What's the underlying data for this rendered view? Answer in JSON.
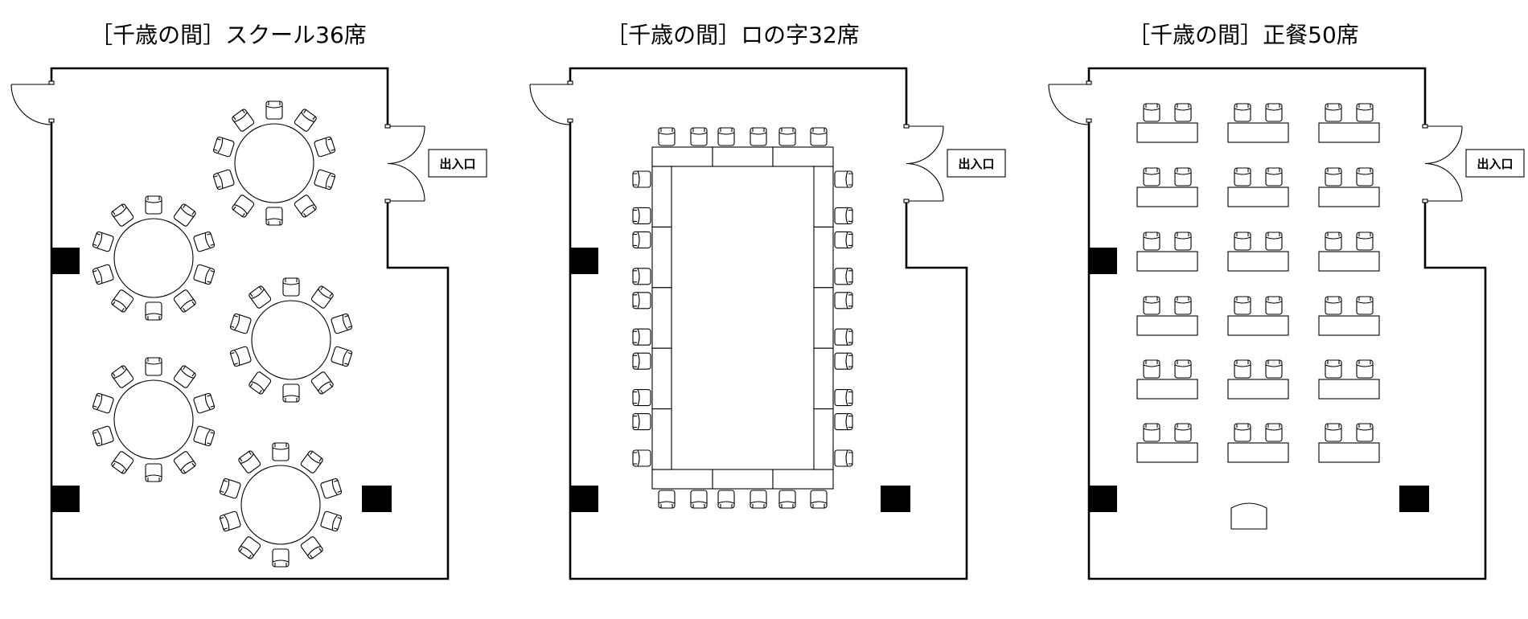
{
  "plans": [
    {
      "title": "［千歳の間］スクール36席",
      "exit_label": "出入口"
    },
    {
      "title": "［千歳の間］ロの字32席",
      "exit_label": "出入口"
    },
    {
      "title": "［千歳の間］正餐50席",
      "exit_label": "出入口"
    }
  ],
  "colors": {
    "line": "#000000",
    "pillar": "#000000",
    "background": "#ffffff"
  },
  "icons": [
    "door-swing-icon",
    "double-door-icon",
    "chair-icon",
    "round-table-icon",
    "pillar-icon",
    "podium-icon"
  ]
}
